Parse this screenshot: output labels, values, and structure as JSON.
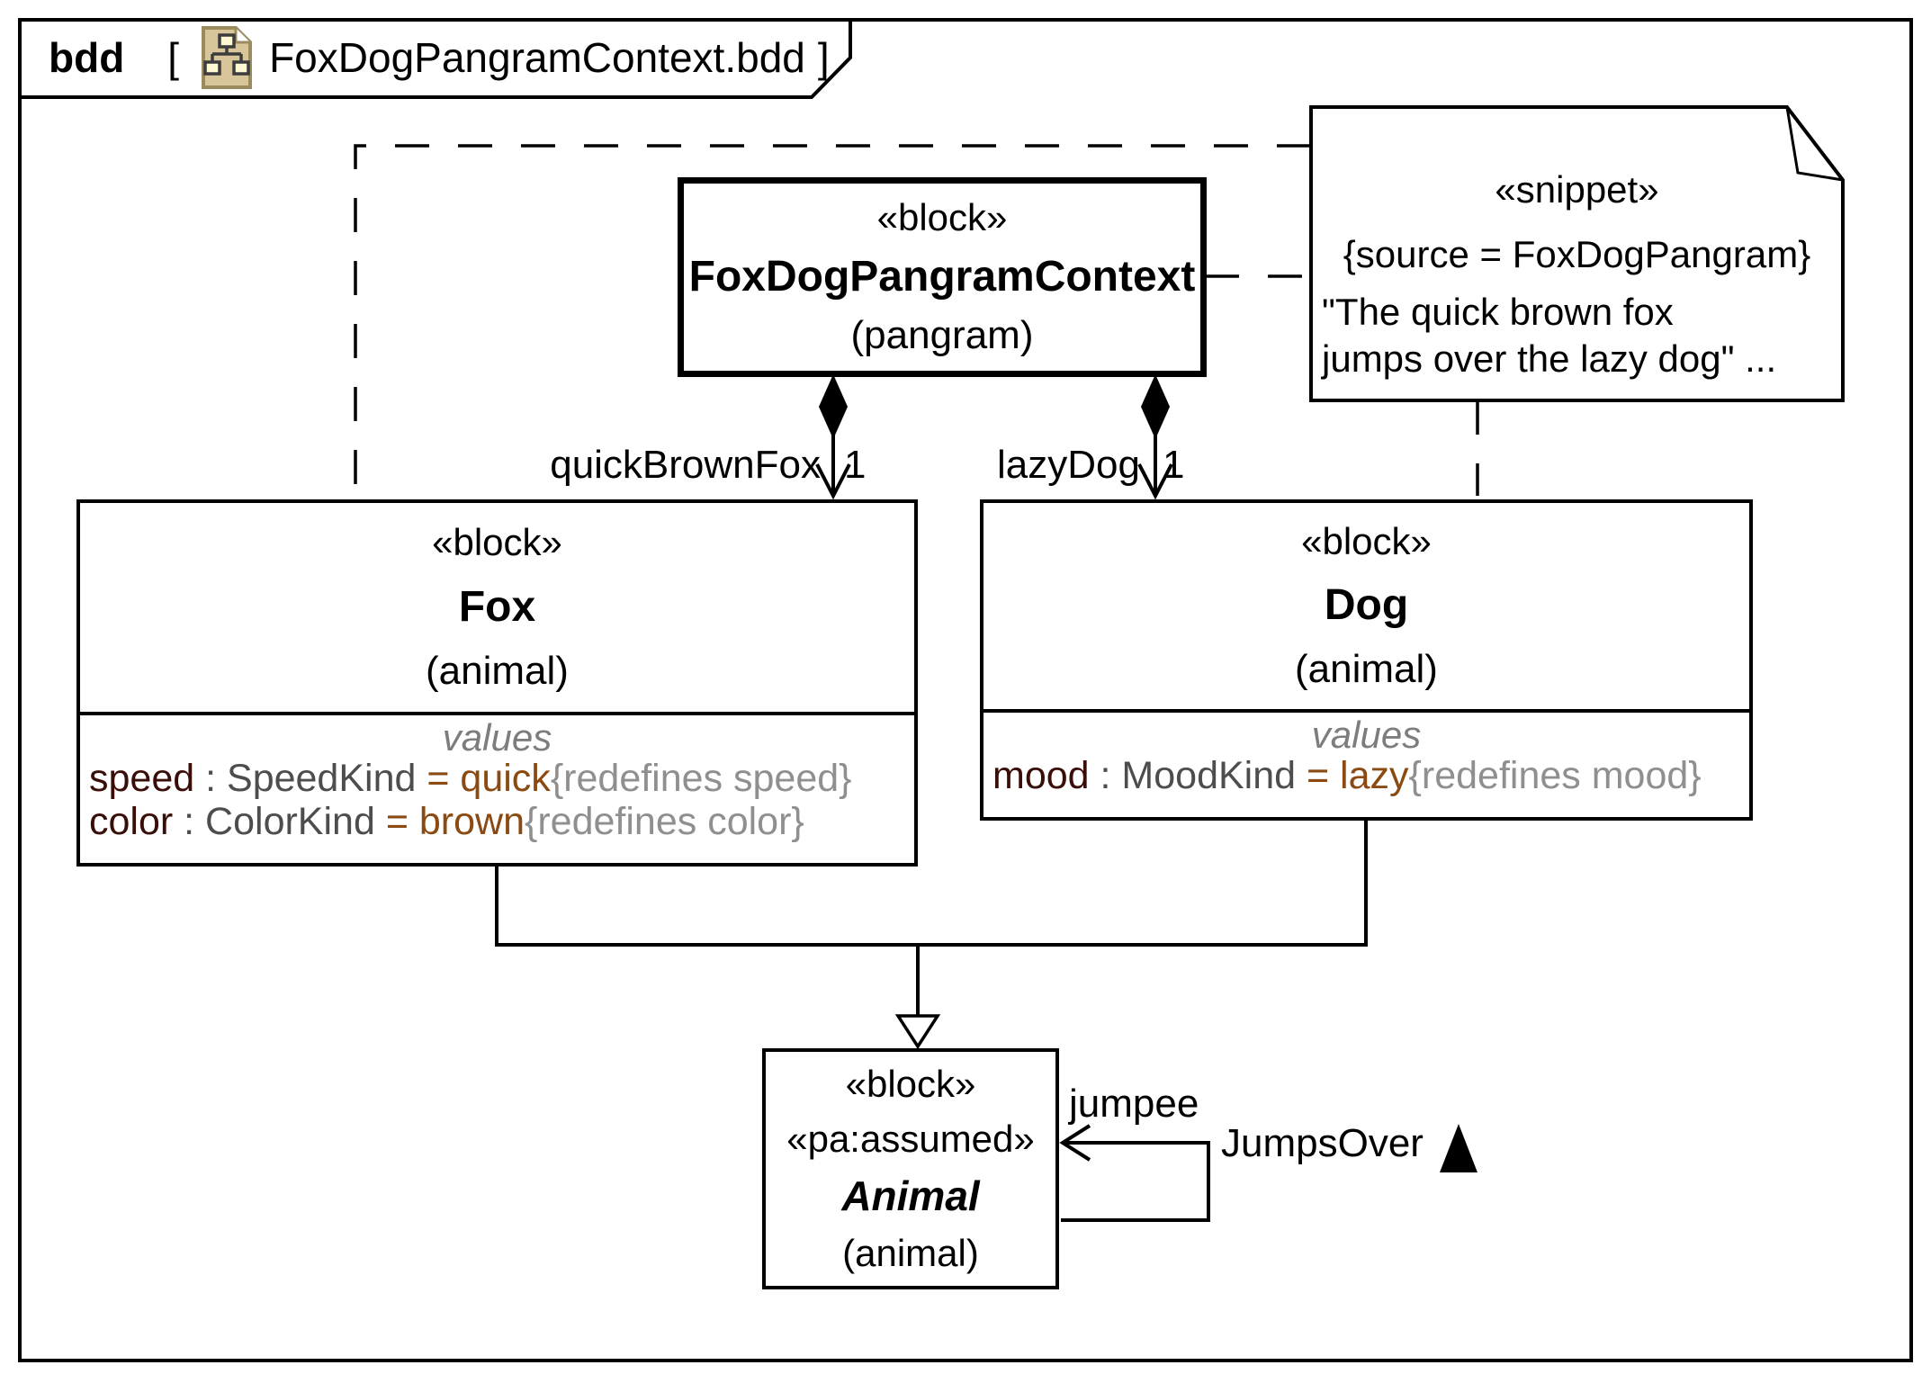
{
  "tab": {
    "keyword": "bdd",
    "open_bracket": "[",
    "file_name": "FoxDogPangramContext.bdd",
    "close_bracket": "]"
  },
  "colors": {
    "property_name": "#3a0e08",
    "type_gray": "#4d4d4d",
    "value_brown": "#8a4a12",
    "constraint_gray": "#8f8f8f",
    "compartment_label": "#7d7d7d",
    "icon_beige": "#d8c59a",
    "icon_edge": "#9b8b5f",
    "icon_square": "#fdf8d2",
    "icon_line": "#3c3c3c"
  },
  "blocks": {
    "context": {
      "stereotype": "«block»",
      "name": "FoxDogPangramContext",
      "qualifier": "(pangram)"
    },
    "fox": {
      "stereotype": "«block»",
      "name": "Fox",
      "qualifier": "(animal)",
      "values_label": "values",
      "rows": [
        {
          "name": "speed",
          "type": " : SpeedKind",
          "value": " = quick",
          "constraint": "{redefines speed}"
        },
        {
          "name": "color",
          "type": " : ColorKind",
          "value": " = brown",
          "constraint": "{redefines color}"
        }
      ]
    },
    "dog": {
      "stereotype": "«block»",
      "name": "Dog",
      "qualifier": "(animal)",
      "values_label": "values",
      "rows": [
        {
          "name": "mood",
          "type": " : MoodKind",
          "value": " = lazy",
          "constraint": "{redefines mood}"
        }
      ]
    },
    "animal": {
      "stereotype": "«block»",
      "stereotype2": "«pa:assumed»",
      "name": "Animal",
      "qualifier": "(animal)"
    }
  },
  "note": {
    "stereotype": "«snippet»",
    "source": "{source = FoxDogPangram}",
    "text_line1": "\"The quick brown fox",
    "text_line2": "jumps over the lazy dog\" ..."
  },
  "edges": {
    "quick_brown_fox": {
      "role": "quickBrownFox",
      "multiplicity": "1"
    },
    "lazy_dog": {
      "role": "lazyDog",
      "multiplicity": "1"
    },
    "jumps_over": {
      "name": "JumpsOver",
      "target_role": "jumpee"
    }
  }
}
